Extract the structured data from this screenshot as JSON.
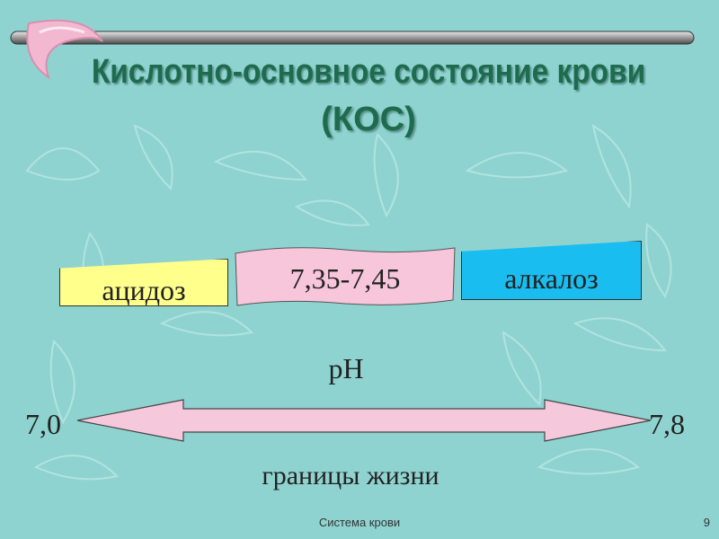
{
  "slide": {
    "title": "Кислотно-основное состояние крови",
    "subtitle": "(КОС)"
  },
  "diagram": {
    "acidosis": "ацидоз",
    "norm_range": "7,35-7,45",
    "alkalosis": "алкалоз",
    "ph_label": "pH",
    "scale_min": "7,0",
    "scale_max": "7,8",
    "life_limits": "границы жизни"
  },
  "footer": {
    "text": "Система крови",
    "page_number": "9"
  },
  "colors": {
    "background": "#8fd3d0",
    "title": "#1e6b4e",
    "acidosis_fill": "#ffff8c",
    "norm_fill": "#f7c6da",
    "alkalosis_fill": "#19bdf0",
    "arrow_fill": "#f5c8dc"
  }
}
